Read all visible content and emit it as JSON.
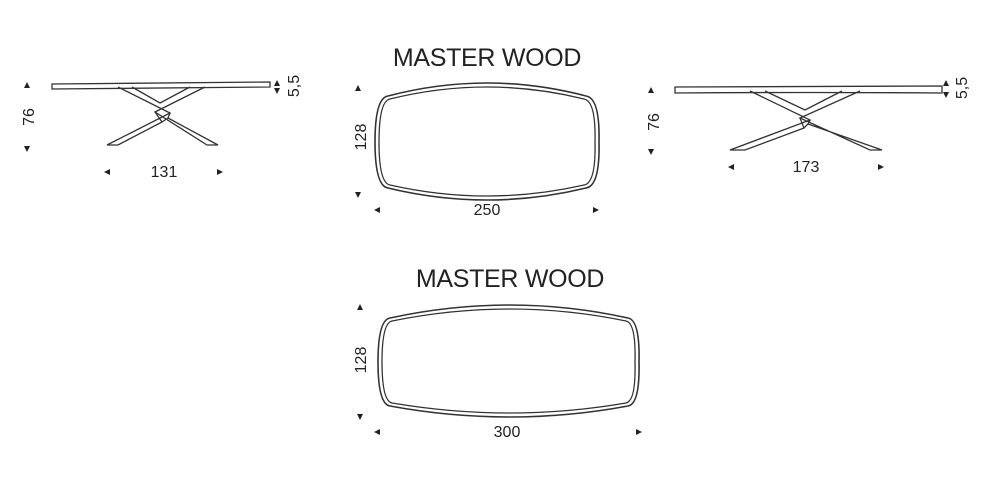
{
  "side_view_width": {
    "height_dim": "76",
    "thickness_dim": "5,5",
    "width_dim": "131"
  },
  "top_view_250": {
    "title": "MASTER WOOD",
    "depth_dim": "128",
    "length_dim": "250"
  },
  "side_view_length": {
    "height_dim": "76",
    "thickness_dim": "5,5",
    "length_dim": "173"
  },
  "top_view_300": {
    "title": "MASTER WOOD",
    "depth_dim": "128",
    "length_dim": "300"
  },
  "colors": {
    "line": "#333333",
    "text": "#222222",
    "background": "#ffffff"
  }
}
